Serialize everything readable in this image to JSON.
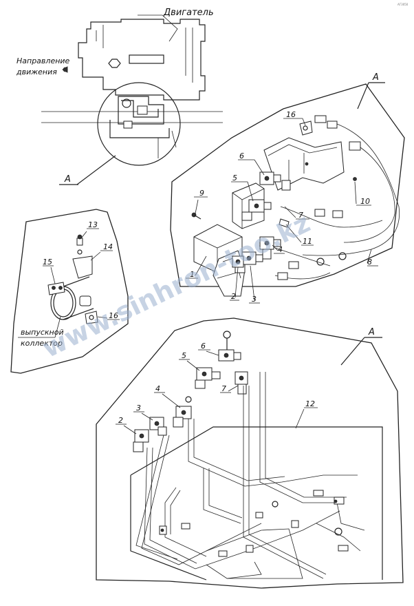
{
  "labels": {
    "engine": "Двигатель",
    "direction_line1": "Направление",
    "direction_line2": "движения",
    "exhaust_line1": "выпускной",
    "exhaust_line2": "коллектор",
    "view_a": "А",
    "corner_mark": "АГ3050"
  },
  "callouts": [
    "1",
    "2",
    "3",
    "4",
    "5",
    "6",
    "7",
    "8",
    "9",
    "10",
    "11",
    "12",
    "13",
    "14",
    "15",
    "16"
  ],
  "watermark": "www.sinhron-too.kz"
}
